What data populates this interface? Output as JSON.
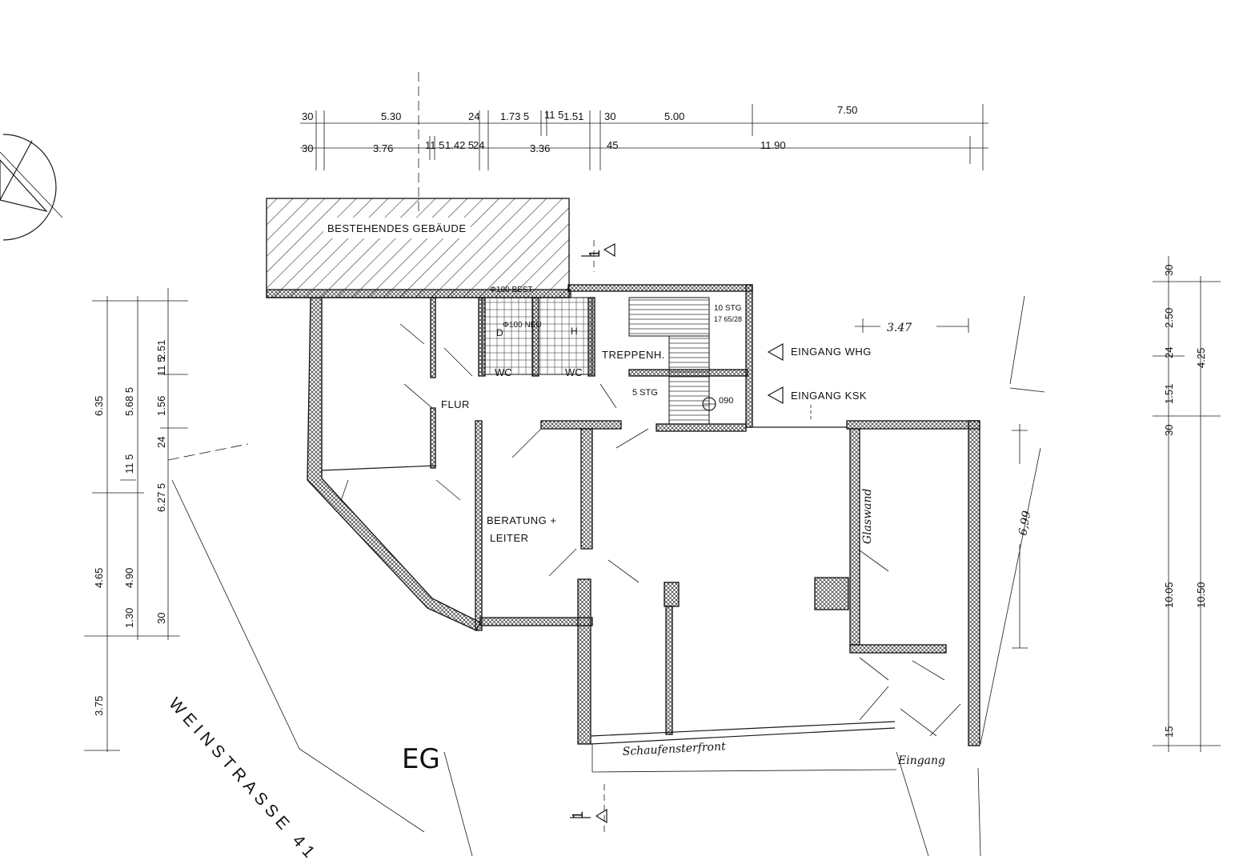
{
  "labels": {
    "existing_building": "BESTEHENDES GEBÄUDE",
    "pipe_top": "Φ100 BEST.",
    "pipe_mid": "Φ100 NEU",
    "room_d": "D",
    "room_h": "H",
    "wc_left": "WC",
    "wc_right": "WC",
    "stairwell": "TREPPENH.",
    "stairs_10": "10 STG",
    "stairs_ratio": "17 65/28",
    "stairs_5": "5 STG",
    "shaft": "090",
    "hallway": "FLUR",
    "office_line1": "BERATUNG +",
    "office_line2": "LEITER",
    "glass_wall": "Glaswand",
    "shop_front": "Schaufensterfront",
    "entrance": "Eingang",
    "entrance_apartment": "EINGANG WHG",
    "entrance_ksk": "EINGANG KSK",
    "street": "WEINSTRASSE 41",
    "floor": "EG",
    "section_top": "1",
    "section_bottom": "1",
    "dim_347": "3.47",
    "dim_699": "6,99"
  },
  "dims_top_row1": [
    "30",
    "5.30",
    "24",
    "1.73 5",
    "11 5",
    "1.51",
    "30",
    "5.00",
    "7.50"
  ],
  "dims_top_row2": [
    "30",
    "3.76",
    "11 5",
    "1.42 5",
    "24",
    "3.36",
    "45",
    "11.90"
  ],
  "dims_left": [
    "6.35",
    "5.68 5",
    "2.51",
    "11 5",
    "1.56",
    "24",
    "11 5",
    "6.27 5",
    "4.65",
    "4.90",
    "1.30",
    "30",
    "3.75"
  ],
  "dims_right": [
    "30",
    "2.50",
    "24",
    "1.51",
    "30",
    "4.25",
    "10.05",
    "10.50",
    "15"
  ]
}
